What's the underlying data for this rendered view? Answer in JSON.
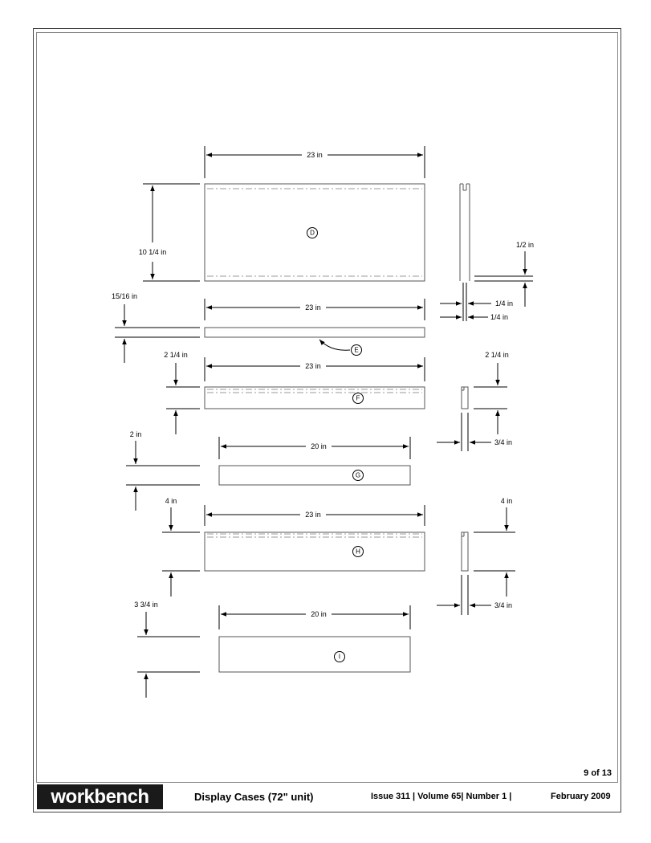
{
  "parts": [
    {
      "id": "D",
      "length": "23 in",
      "width": "10 1/4 in",
      "edge_profile": {
        "groove_depth": "1/2 in",
        "groove_width": "1/4 in",
        "tongue": "1/4 in"
      }
    },
    {
      "id": "E",
      "length": "23 in",
      "thickness": "15/16 in"
    },
    {
      "id": "F",
      "length": "23 in",
      "width": "2 1/4 in",
      "side_width": "2 1/4 in",
      "thickness": "3/4 in"
    },
    {
      "id": "G",
      "length": "20 in",
      "width": "2 in"
    },
    {
      "id": "H",
      "length": "23 in",
      "width": "4 in",
      "side_width": "4 in",
      "thickness": "3/4 in"
    },
    {
      "id": "I",
      "length": "20 in",
      "width": "3 3/4 in"
    }
  ],
  "footer": {
    "page": "9 of  13",
    "logo": "workbench",
    "title": "Display Cases (72\" unit)",
    "issue": "Issue 311 | Volume 65| Number 1 |",
    "date": "February 2009"
  }
}
